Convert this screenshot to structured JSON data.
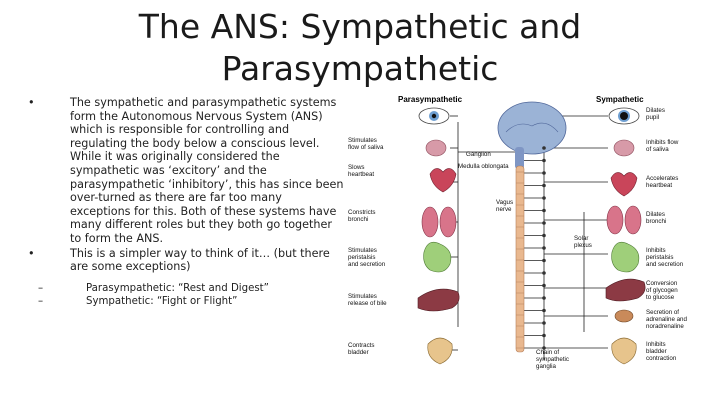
{
  "slide": {
    "title_line1": "The ANS: Sympathetic and",
    "title_line2": "Parasympathetic"
  },
  "bullets": [
    {
      "marker": "•",
      "text": "The sympathetic and parasympathetic systems form the Autonomous Nervous System (ANS) which is responsible for controlling and regulating the body below a conscious level. While it was originally considered the sympathetic was ‘excitory’ and the parasympathetic ‘inhibitory’, this has since been over-turned as there are far too many exceptions for this. Both of these systems have many different roles but they both go together to form the ANS."
    },
    {
      "marker": "•",
      "text": "This is a simpler way to think of it… (but there are some exceptions)"
    }
  ],
  "sub_bullets": [
    {
      "marker": "–",
      "text": "Parasympathetic: “Rest and Digest”"
    },
    {
      "marker": "–",
      "text": "Sympathetic: “Fight or Flight”"
    }
  ],
  "diagram": {
    "header_left": "Parasympathetic",
    "header_right": "Sympathetic",
    "left_labels": [
      [
        "Stimulates",
        "flow of saliva"
      ],
      [
        "Slows",
        "heartbeat"
      ],
      [
        "Constricts",
        "bronchi"
      ],
      [
        "Stimulates",
        "peristalsis",
        "and secretion"
      ],
      [
        "Stimulates",
        "release of bile"
      ],
      [
        "Contracts",
        "bladder"
      ]
    ],
    "right_labels": [
      [
        "Dilates",
        "pupil"
      ],
      [
        "Inhibits flow",
        "of saliva"
      ],
      [
        "Accelerates",
        "heartbeat"
      ],
      [
        "Dilates",
        "bronchi"
      ],
      [
        "Inhibits",
        "peristalsis",
        "and secretion"
      ],
      [
        "Conversion",
        "of glycogen",
        "to glucose"
      ],
      [
        "Secretion of",
        "adrenaline and",
        "noradrenaline"
      ],
      [
        "Inhibits",
        "bladder",
        "contraction"
      ]
    ],
    "center_labels": {
      "ganglion": "Ganglion",
      "medulla": "Medulla oblongata",
      "vagus": [
        "Vagus",
        "nerve"
      ],
      "solar": [
        "Solar",
        "plexus"
      ],
      "chain": [
        "Chain of",
        "sympathetic",
        "ganglia"
      ]
    },
    "colors": {
      "nerve": "#222222",
      "brain": "#9bb3d6",
      "spine": "#e9b88f",
      "heart": "#c9455a",
      "lung": "#d8748a",
      "stomach": "#9fcf7a",
      "liver": "#8c3a44",
      "bladder": "#e7c48c",
      "eye": "#6f9fd1"
    }
  }
}
